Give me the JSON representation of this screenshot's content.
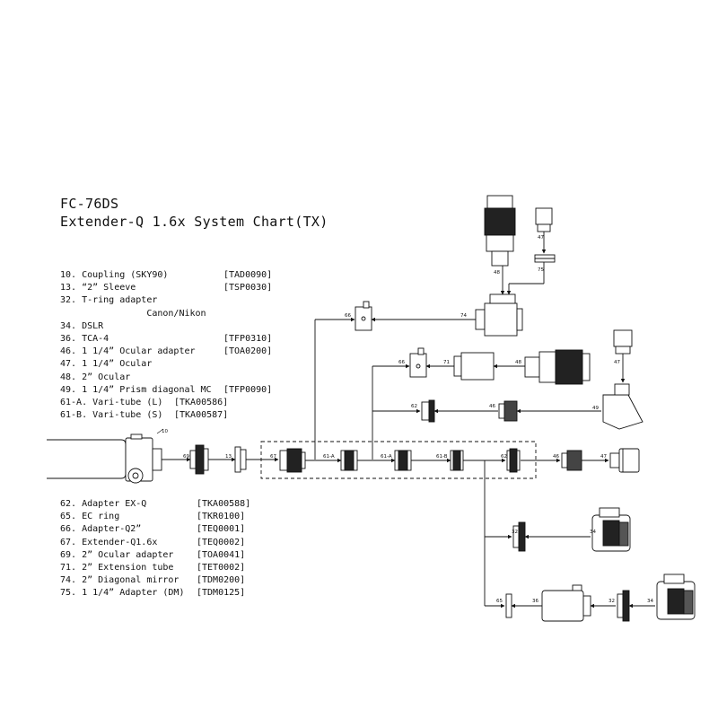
{
  "title": {
    "line1": "FC-76DS",
    "line2": "Extender-Q 1.6x System Chart(TX)"
  },
  "parts_top": [
    {
      "name": "10. Coupling (SKY90)",
      "code": "[TAD0090]"
    },
    {
      "name": "13.  “2”  Sleeve",
      "code": "[TSP0030]"
    },
    {
      "name": "32. T-ring adapter",
      "code": ""
    },
    {
      "name": "                Canon/Nikon",
      "code": ""
    },
    {
      "name": "34. DSLR",
      "code": ""
    },
    {
      "name": "36. TCA-4",
      "code": "[TFP0310]"
    },
    {
      "name": "46. 1 1/4” Ocular adapter",
      "code": "[TOA0200]"
    },
    {
      "name": "47. 1 1/4” Ocular",
      "code": ""
    },
    {
      "name": "48. 2” Ocular",
      "code": ""
    },
    {
      "name": "49. 1 1/4” Prism diagonal MC",
      "code": "[TFP0090]"
    },
    {
      "name": "61-A. Vari-tube (L)",
      "code": "[TKA00586]"
    },
    {
      "name": "61-B. Vari-tube (S)",
      "code": "[TKA00587]"
    }
  ],
  "parts_bottom": [
    {
      "name": "62. Adapter EX-Q",
      "code": "[TKA00588]"
    },
    {
      "name": "65. EC ring",
      "code": "[TKR0100]"
    },
    {
      "name": "66. Adapter-Q2”",
      "code": "[TEQ0001]"
    },
    {
      "name": "67. Extender-Q1.6x",
      "code": "[TEQ0002]"
    },
    {
      "name": "69. 2” Ocular adapter",
      "code": "[TOA0041]"
    },
    {
      "name": "71. 2” Extension tube",
      "code": "[TET0002]"
    },
    {
      "name": "74. 2” Diagonal mirror",
      "code": "[TDM0200]"
    },
    {
      "name": "75. 1 1/4” Adapter (DM)",
      "code": "[TDM0125]"
    }
  ],
  "callouts": {
    "c10": "10",
    "c69": "69",
    "c13": "13",
    "c67": "67",
    "c61a": "61-A",
    "c61a2": "61-A",
    "c61b": "61-B",
    "c62": "62",
    "c46": "46",
    "c47": "47",
    "c66a": "66",
    "c74": "74",
    "c48a": "48",
    "c47b": "47",
    "c75": "75",
    "c66b": "66",
    "c71": "71",
    "c48b": "48",
    "c47c": "47",
    "c62b": "62",
    "c46b": "46",
    "c49": "49",
    "c32a": "32",
    "c34a": "34",
    "c65": "65",
    "c36": "36",
    "c32b": "32",
    "c34b": "34"
  }
}
